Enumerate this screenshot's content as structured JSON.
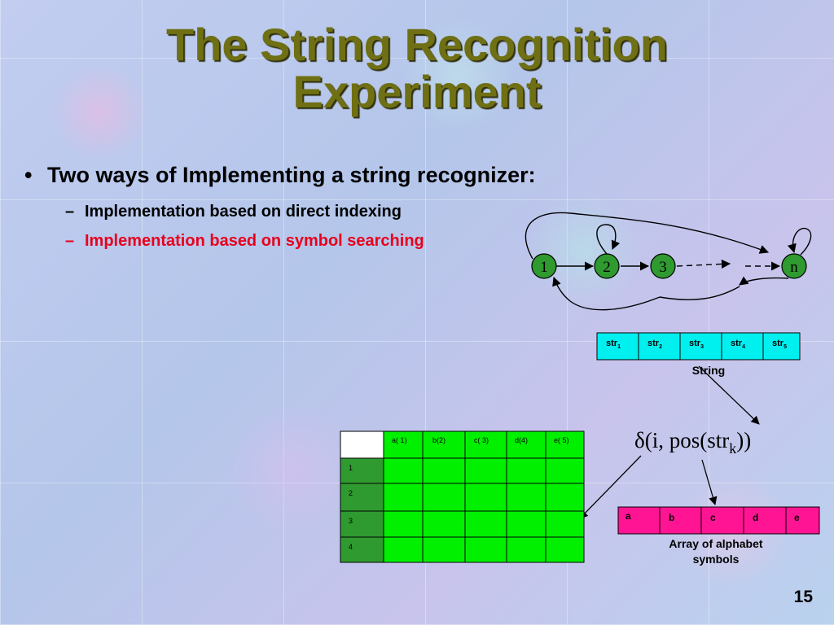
{
  "title": {
    "line1": "The String Recognition",
    "line2": "Experiment"
  },
  "bullets": {
    "main": "Two ways of Implementing a string recognizer:",
    "main_marker": "•",
    "sub1": "Implementation based on direct indexing",
    "sub2": "Implementation based on symbol searching",
    "dash": "–"
  },
  "automaton": {
    "nodes": [
      "1",
      "2",
      "3",
      "n"
    ]
  },
  "string_array": {
    "cells": [
      {
        "base": "str",
        "sub": "1"
      },
      {
        "base": "str",
        "sub": "2"
      },
      {
        "base": "str",
        "sub": "3"
      },
      {
        "base": "str",
        "sub": "4"
      },
      {
        "base": "str",
        "sub": "5"
      }
    ],
    "caption": "String",
    "fill_color": "#00f0f0"
  },
  "formula": {
    "prefix": "δ(i, pos(str",
    "sub": "k",
    "suffix": "))"
  },
  "transition_table": {
    "columns": [
      "a( 1)",
      "b(2)",
      "c( 3)",
      "d(4)",
      "e( 5)"
    ],
    "rows": [
      "1",
      "2",
      "3",
      "4"
    ],
    "cell_color": "#00f000",
    "row_header_color": "#2f9a2f"
  },
  "alphabet_array": {
    "cells": [
      "a",
      "b",
      "c",
      "d",
      "e"
    ],
    "caption_line1": "Array of alphabet",
    "caption_line2": "symbols",
    "fill_color": "#ff1493"
  },
  "page_number": "15",
  "colors": {
    "title": "#6f6f14",
    "highlight": "#e8001c"
  }
}
